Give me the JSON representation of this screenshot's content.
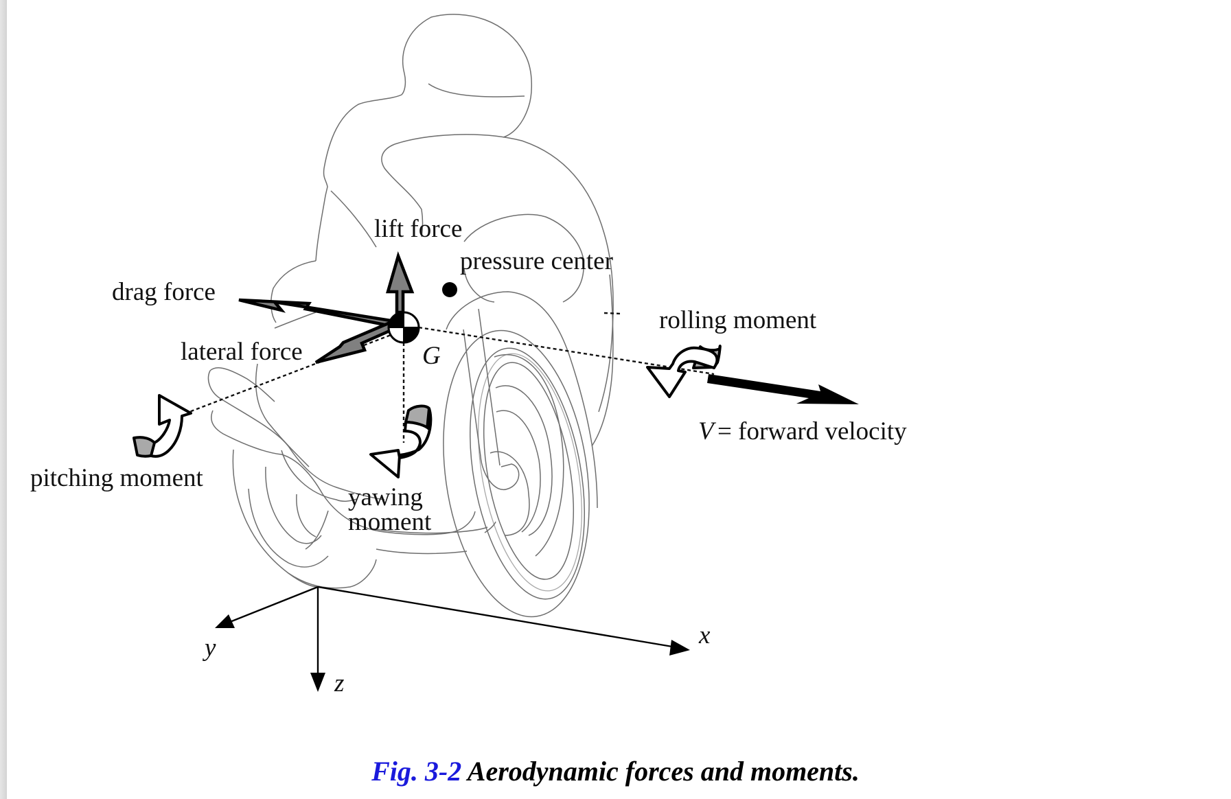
{
  "figure": {
    "labels": {
      "lift_force": "lift force",
      "pressure_center": "pressure center",
      "drag_force": "drag force",
      "lateral_force": "lateral force",
      "center_of_gravity": "G",
      "rolling_moment": "rolling moment",
      "velocity_symbol": "V",
      "velocity_text": "= forward velocity",
      "pitching_moment": "pitching moment",
      "yawing_moment_line1": "yawing",
      "yawing_moment_line2": "moment"
    },
    "axes": {
      "x": "x",
      "y": "y",
      "z": "z"
    },
    "colors": {
      "force_arrow_fill": "#808080",
      "moment_band_fill": "#a9a9a9",
      "caption_fig_color": "#1a1adc",
      "outline_color": "#6e6e6e"
    }
  },
  "caption": {
    "figure_number": "Fig. 3-2",
    "title": "Aerodynamic forces and moments."
  }
}
